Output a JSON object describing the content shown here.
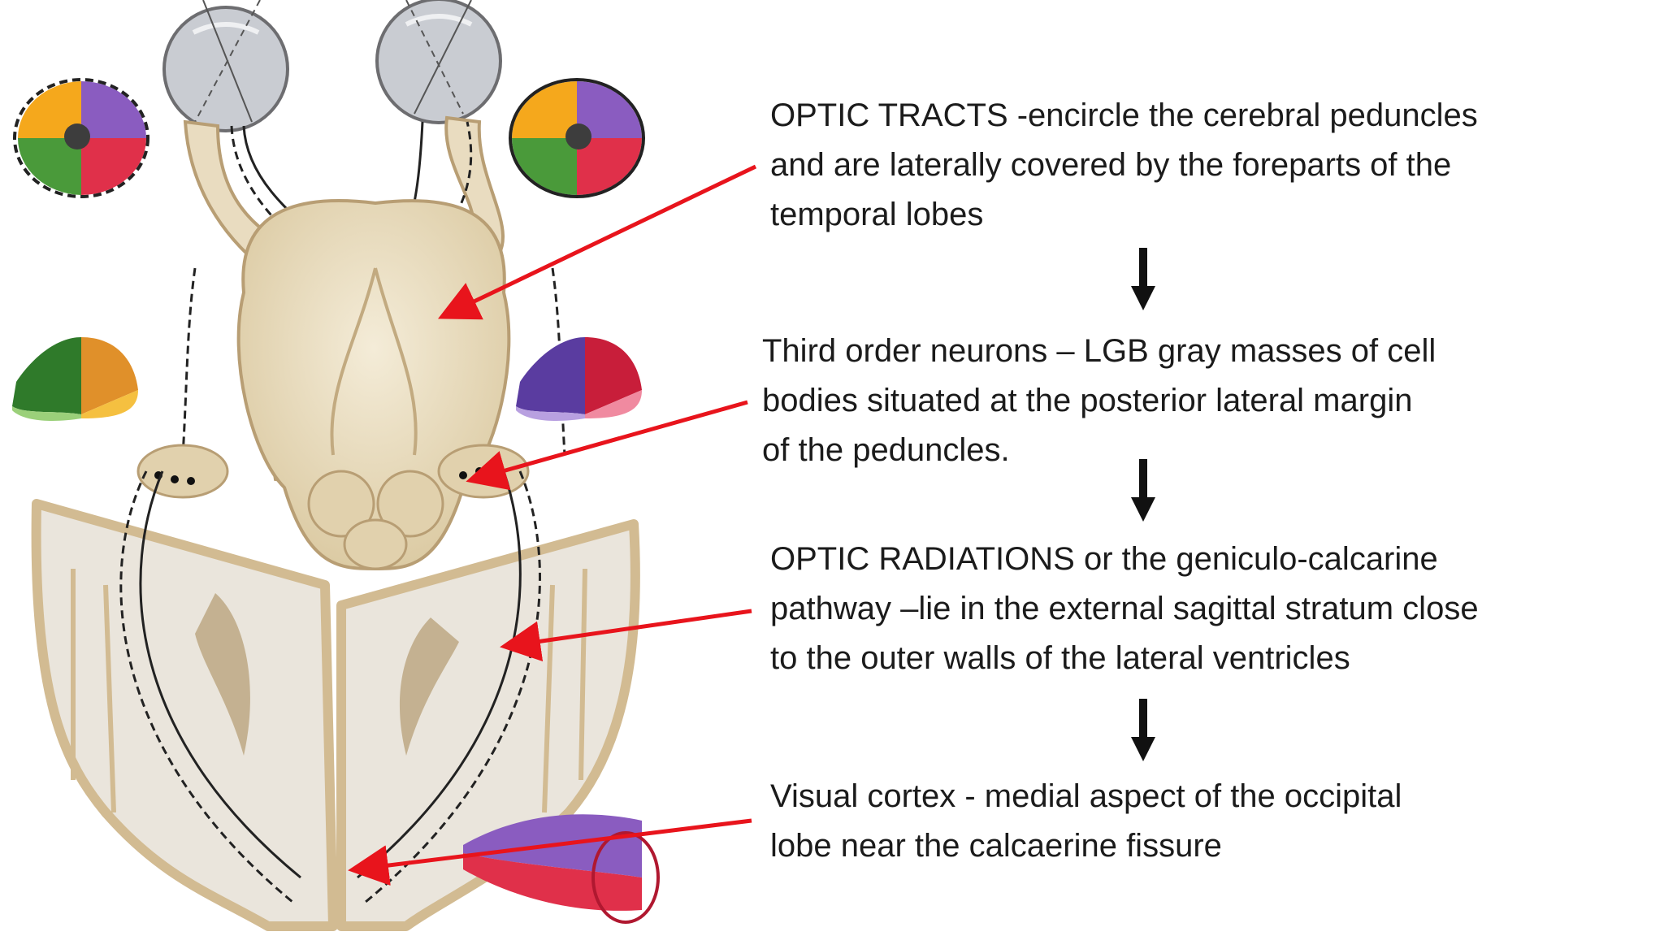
{
  "captions": [
    {
      "lines": [
        "OPTIC TRACTS -encircle the cerebral peduncles",
        "and are laterally covered by the foreparts of the",
        "temporal lobes"
      ]
    },
    {
      "lines": [
        "Third order neurons – LGB gray masses of cell",
        "bodies situated at the posterior lateral margin",
        "of the peduncles."
      ]
    },
    {
      "lines": [
        "OPTIC RADIATIONS or the geniculo-calcarine",
        "pathway –lie in the external sagittal stratum close",
        "to the outer walls of the lateral ventricles"
      ]
    },
    {
      "lines": [
        "Visual cortex - medial aspect of the occipital",
        "lobe near the calcaerine fissure"
      ]
    }
  ],
  "colors": {
    "pointer_arrow": "#e8141c",
    "flow_arrow": "#111111",
    "text": "#1b1b1b",
    "brain_tissue": "#e6d8b8",
    "cortex_outline": "#cdb48a",
    "eyeball": "#c9ccd2",
    "field_yellow": "#f5a81c",
    "field_purple": "#8a5cc0",
    "field_green": "#4a9a3a",
    "field_red": "#e0304a"
  }
}
